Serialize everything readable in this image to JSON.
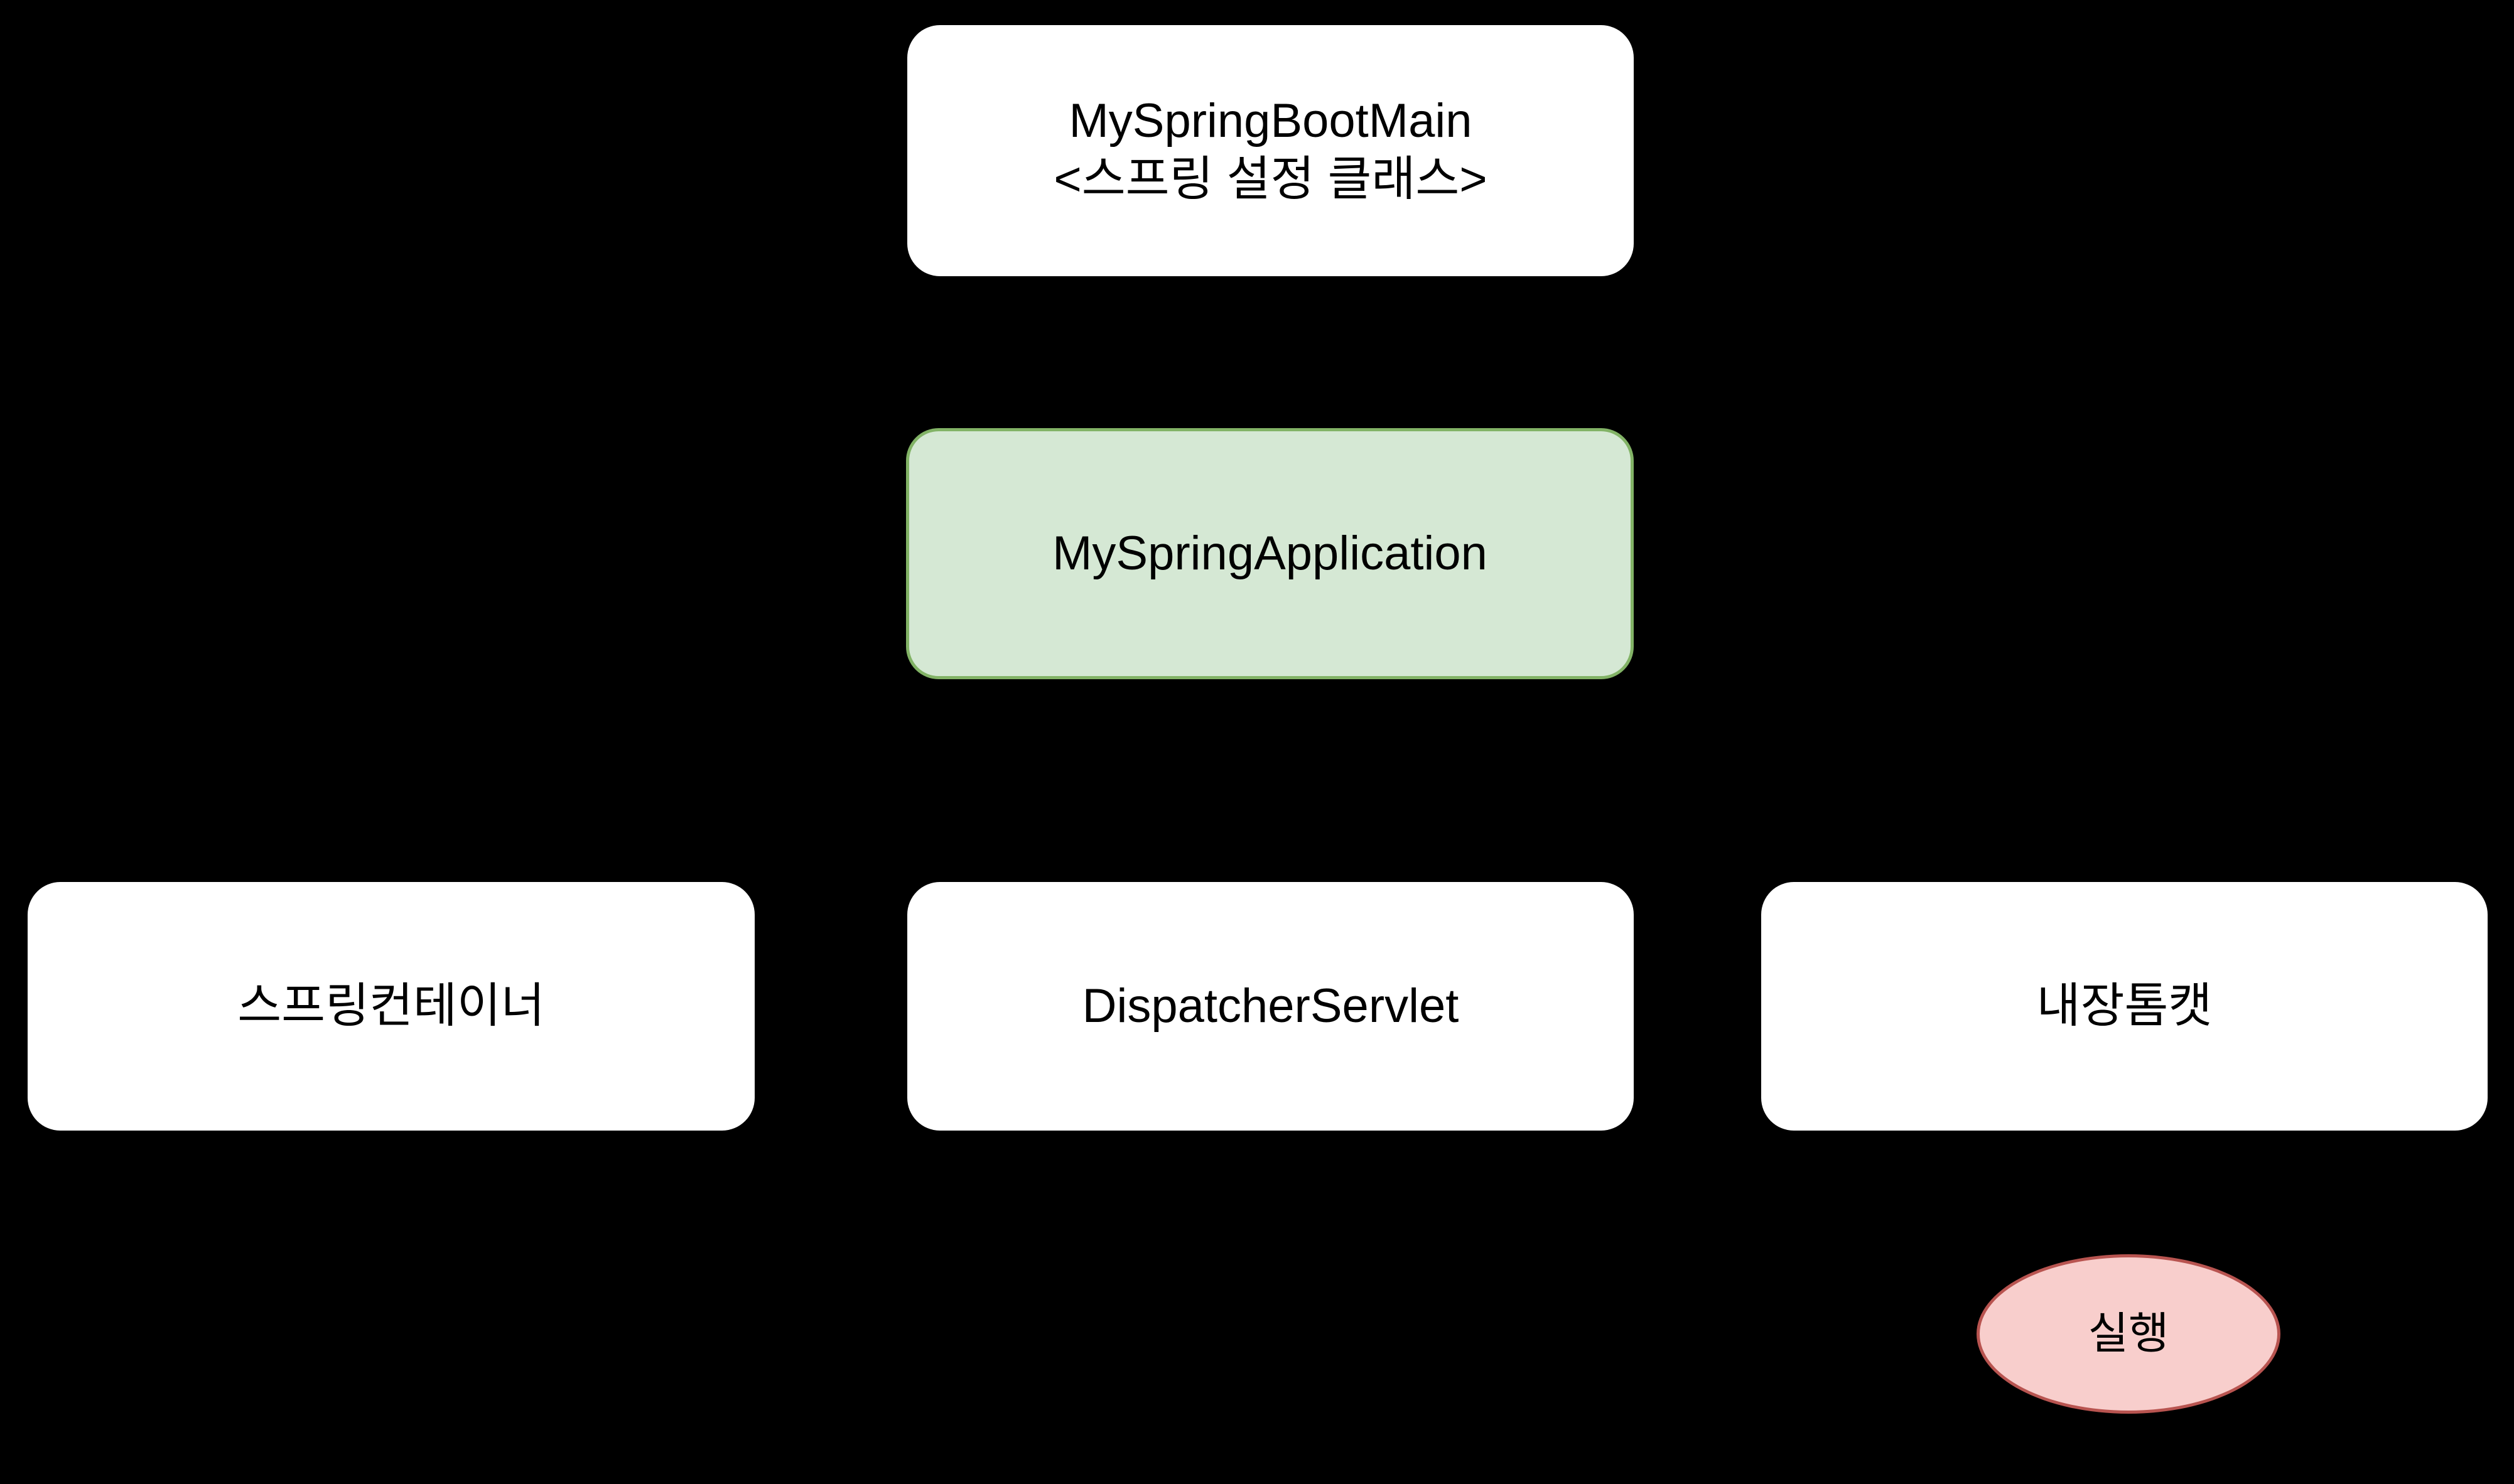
{
  "diagram": {
    "title": "Spring Boot startup structure diagram",
    "background_color": "#000000",
    "nodes": [
      {
        "id": "myspringbootmain",
        "label": "MySpringBootMain\n<스프링 설정 클래스>",
        "shape": "rounded-rectangle",
        "fill": "#ffffff",
        "stroke": "#ffffff",
        "text_color": "#000000"
      },
      {
        "id": "myspringapplication",
        "label": "MySpringApplication",
        "shape": "rounded-rectangle",
        "fill": "#d5e8d4",
        "stroke": "#82b366",
        "text_color": "#000000"
      },
      {
        "id": "springcontainer",
        "label": "스프링컨테이너",
        "shape": "rounded-rectangle",
        "fill": "#ffffff",
        "stroke": "#ffffff",
        "text_color": "#000000"
      },
      {
        "id": "dispatcherservlet",
        "label": "DispatcherServlet",
        "shape": "rounded-rectangle",
        "fill": "#ffffff",
        "stroke": "#ffffff",
        "text_color": "#000000"
      },
      {
        "id": "embeddedtomcat",
        "label": "내장톰캣",
        "shape": "rounded-rectangle",
        "fill": "#ffffff",
        "stroke": "#ffffff",
        "text_color": "#000000"
      },
      {
        "id": "run",
        "label": "실행",
        "shape": "ellipse",
        "fill": "#f8cecc",
        "stroke": "#b85450",
        "text_color": "#000000"
      }
    ],
    "edges": [
      {
        "id": "edge-main-to-application",
        "from": "myspringbootmain",
        "to": "myspringapplication",
        "stroke": "#000000"
      },
      {
        "id": "edge-application-to-container",
        "from": "myspringapplication",
        "to": "springcontainer",
        "stroke": "#000000"
      },
      {
        "id": "edge-application-to-dispatcher",
        "from": "myspringapplication",
        "to": "dispatcherservlet",
        "stroke": "#000000"
      },
      {
        "id": "edge-application-to-tomcat",
        "from": "myspringapplication",
        "to": "embeddedtomcat",
        "stroke": "#000000"
      },
      {
        "id": "edge-tomcat-to-run",
        "from": "embeddedtomcat",
        "to": "run",
        "stroke": "#000000"
      }
    ]
  }
}
